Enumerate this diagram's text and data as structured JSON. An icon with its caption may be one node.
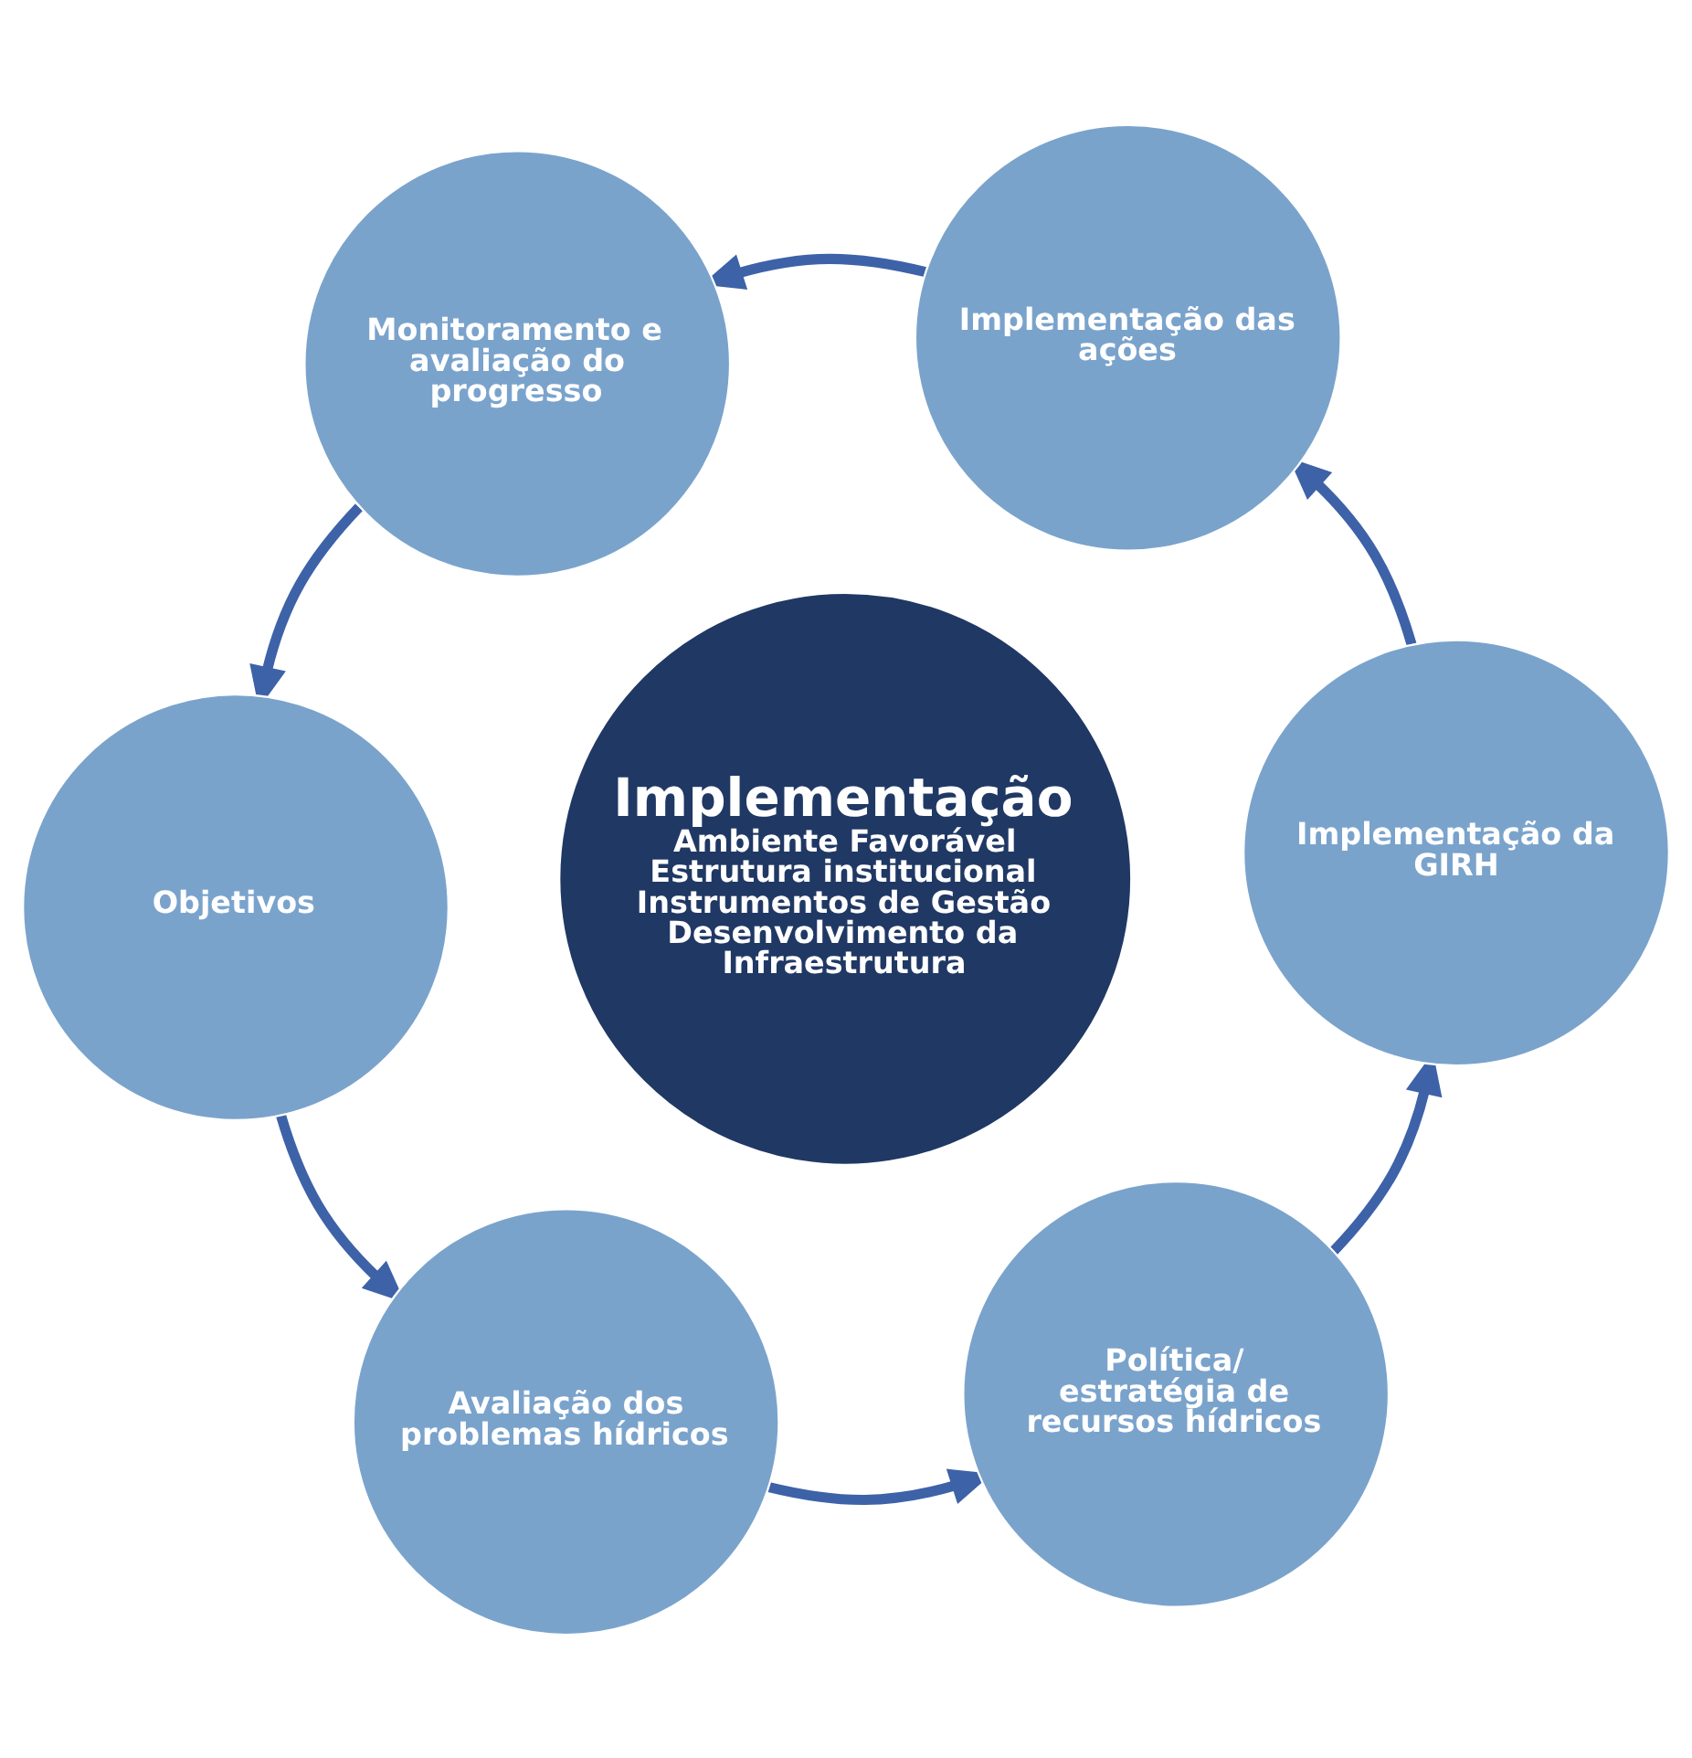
{
  "diagram": {
    "nodes": [
      {
        "text": [
          "Objetivos"
        ]
      },
      {
        "text": [
          "Avaliação dos problemas hídricos"
        ]
      },
      {
        "text": [
          "Política/ estratégia de recursos hídricos"
        ]
      },
      {
        "text": [
          "Implementação da GIRH"
        ]
      },
      {
        "text": [
          "Implementação das ações"
        ]
      },
      {
        "text": [
          "Monitoramento e avaliação do progresso"
        ]
      },
      {
        "text": [
          "Implementação",
          "Ambiente Favorável",
          "Estrutura institucional",
          "Instrumentos de Gestão",
          "Desenvolvimento da Infraestrutura"
        ]
      }
    ],
    "edges": [
      {
        "from": 0,
        "to": 1,
        "arrow": "to"
      },
      {
        "from": 1,
        "to": 2,
        "arrow": "to"
      },
      {
        "from": 2,
        "to": 3,
        "arrow": "to"
      },
      {
        "from": 3,
        "to": 4,
        "arrow": "to"
      },
      {
        "from": 4,
        "to": 5,
        "arrow": "to"
      },
      {
        "from": 5,
        "to": 0,
        "arrow": "to"
      }
    ]
  }
}
